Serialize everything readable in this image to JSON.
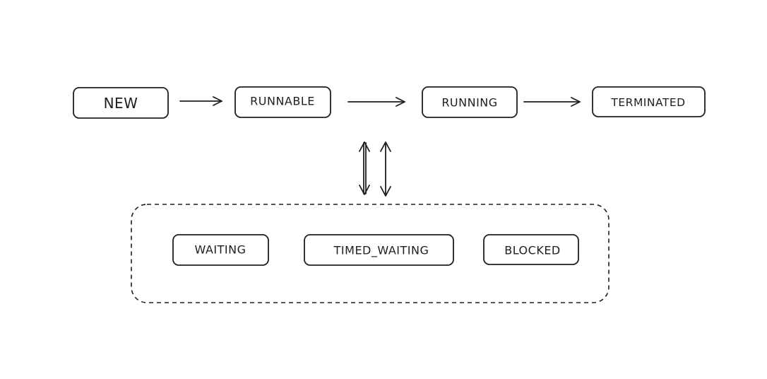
{
  "diagram": {
    "states": {
      "new": "NEW",
      "runnable": "RUNNABLE",
      "running": "RUNNING",
      "terminated": "TERMINATED"
    },
    "blocking_group": {
      "waiting": "WAITING",
      "timed_waiting": "TIMED_WAITING",
      "blocked": "BLOCKED"
    }
  }
}
